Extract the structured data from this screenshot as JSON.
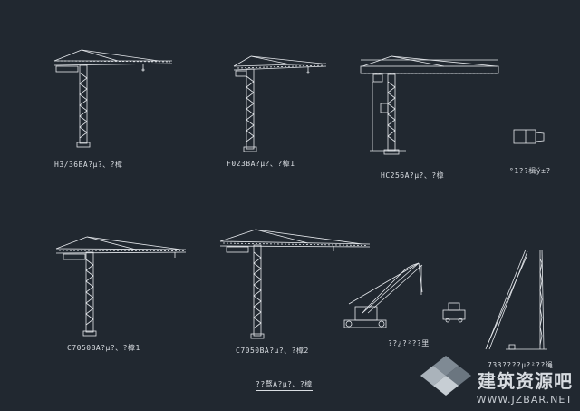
{
  "drawing": {
    "background": "#212830",
    "line_color": "#e6e9ed",
    "accent_color": "#5fc6d6"
  },
  "labels": {
    "h3_36b": "H3/36BA?μ?、?樟",
    "f023b": "F023BA?μ?、?樟1",
    "hc256": "HC256A?μ?、?樟",
    "detail": "°1??楫ý±?",
    "c7050_1": "C7050BA?μ?、?樟1",
    "c7050_2": "C7050BA?μ?、?樟2",
    "crawler": "??¿?²??里",
    "mast_crane": "733????μ?²??绳",
    "title": "??骛A?μ?、?樟"
  },
  "watermark": {
    "text": "建筑资源吧",
    "url": "WWW.JZBAR.NET"
  }
}
